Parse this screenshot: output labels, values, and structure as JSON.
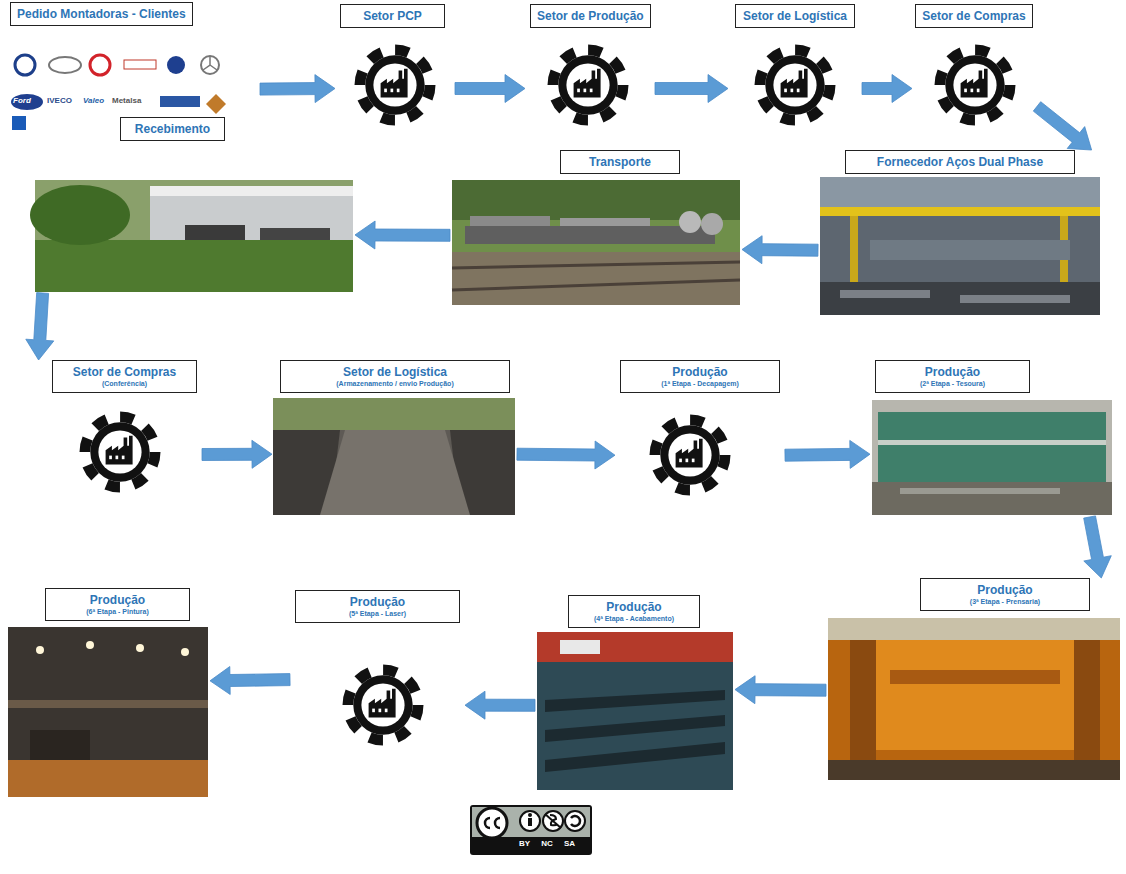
{
  "diagram": {
    "nodes": [
      {
        "text": [
          "Pedido Montadoras - Clientes"
        ]
      },
      {
        "text": [
          "Setor PCP"
        ]
      },
      {
        "text": [
          "Setor de Produção"
        ]
      },
      {
        "text": [
          "Setor de Logística"
        ]
      },
      {
        "text": [
          "Setor de Compras"
        ]
      },
      {
        "text": [
          "Fornecedor Aços Dual Phase"
        ]
      },
      {
        "text": [
          "Transporte"
        ]
      },
      {
        "text": [
          "Recebimento"
        ]
      },
      {
        "text": [
          "Setor de Compras",
          "(Conferência)"
        ]
      },
      {
        "text": [
          "Setor de Logística",
          "(Armazenamento / envio Produção)"
        ]
      },
      {
        "text": [
          "Produção",
          "(1ª Etapa - Decapagem)"
        ]
      },
      {
        "text": [
          "Produção",
          "(2ª Etapa - Tesoura)"
        ]
      },
      {
        "text": [
          "Produção",
          "(3ª Etapa - Prensaria)"
        ]
      },
      {
        "text": [
          "Produção",
          "(4ª Etapa - Acabamento)"
        ]
      },
      {
        "text": [
          "Produção",
          "(5ª Etapa - Laser)"
        ]
      },
      {
        "text": [
          "Produção",
          "(6ª Etapa - Pintura)"
        ]
      }
    ],
    "edges": [
      {
        "from": 0,
        "to": 1,
        "arrow": "to"
      },
      {
        "from": 1,
        "to": 2,
        "arrow": "to"
      },
      {
        "from": 2,
        "to": 3,
        "arrow": "to"
      },
      {
        "from": 3,
        "to": 4,
        "arrow": "to"
      },
      {
        "from": 4,
        "to": 5,
        "arrow": "to"
      },
      {
        "from": 5,
        "to": 6,
        "arrow": "to"
      },
      {
        "from": 6,
        "to": 7,
        "arrow": "to"
      },
      {
        "from": 7,
        "to": 8,
        "arrow": "to"
      },
      {
        "from": 8,
        "to": 9,
        "arrow": "to"
      },
      {
        "from": 9,
        "to": 10,
        "arrow": "to"
      },
      {
        "from": 10,
        "to": 11,
        "arrow": "to"
      },
      {
        "from": 11,
        "to": 12,
        "arrow": "to"
      },
      {
        "from": 12,
        "to": 13,
        "arrow": "to"
      },
      {
        "from": 13,
        "to": 14,
        "arrow": "to"
      },
      {
        "from": 14,
        "to": 15,
        "arrow": "to"
      }
    ],
    "labels": [
      "Ford",
      "IVECO",
      "Valeo",
      "Metalsa",
      "BY NC SA"
    ]
  }
}
